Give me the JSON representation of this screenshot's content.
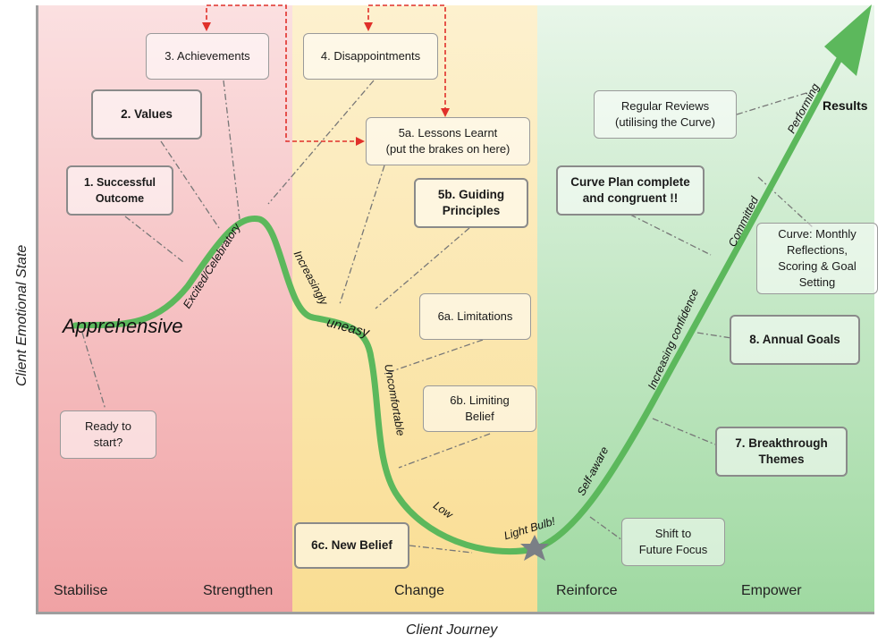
{
  "axes": {
    "x_title": "Client Journey",
    "y_title": "Client Emotional State"
  },
  "zones": [
    {
      "id": "stabilise",
      "label": "Stabilise",
      "color": "#f4a9ab"
    },
    {
      "id": "strengthen",
      "label": "Strengthen",
      "color": "#f4a9ab"
    },
    {
      "id": "change",
      "label": "Change",
      "color": "#fbe3a1"
    },
    {
      "id": "reinforce",
      "label": "Reinforce",
      "color": "#a8deaa"
    },
    {
      "id": "empower",
      "label": "Empower",
      "color": "#a8deaa"
    }
  ],
  "boxes": {
    "achievements": "3. Achievements",
    "disappointments": "4. Disappointments",
    "values": "2. Values",
    "successful_outcome": "1. Successful\nOutcome",
    "lessons_learnt": "5a. Lessons Learnt\n(put the brakes on here)",
    "guiding_principles": "5b. Guiding\nPrinciples",
    "limitations": "6a. Limitations",
    "limiting_belief": "6b. Limiting\nBelief",
    "new_belief": "6c. New Belief",
    "ready_to_start": "Ready to\nstart?",
    "regular_reviews": "Regular Reviews\n(utilising the Curve)",
    "curve_plan": "Curve Plan complete\nand congruent !!",
    "curve_monthly": "Curve: Monthly\nReflections,\nScoring & Goal\nSetting",
    "annual_goals": "8. Annual Goals",
    "breakthrough_themes": "7. Breakthrough\nThemes",
    "future_focus": "Shift to\nFuture Focus"
  },
  "curve_labels": {
    "apprehensive": "Apprehensive",
    "excited": "Excited/Celebratory",
    "increasingly": "Increasingly",
    "uneasy": "uneasy",
    "uncomfortable": "Uncomfortable",
    "low": "Low",
    "light_bulb": "Light Bulb!",
    "self_aware": "Self-aware",
    "increasing_confidence": "Increasing confidence",
    "committed": "Committed",
    "performing": "Performing",
    "results": "Results"
  },
  "colors": {
    "curve": "#5cb85c",
    "connector": "#777777",
    "feedback_arrow": "#e0302a",
    "star": "#7a7f86"
  }
}
